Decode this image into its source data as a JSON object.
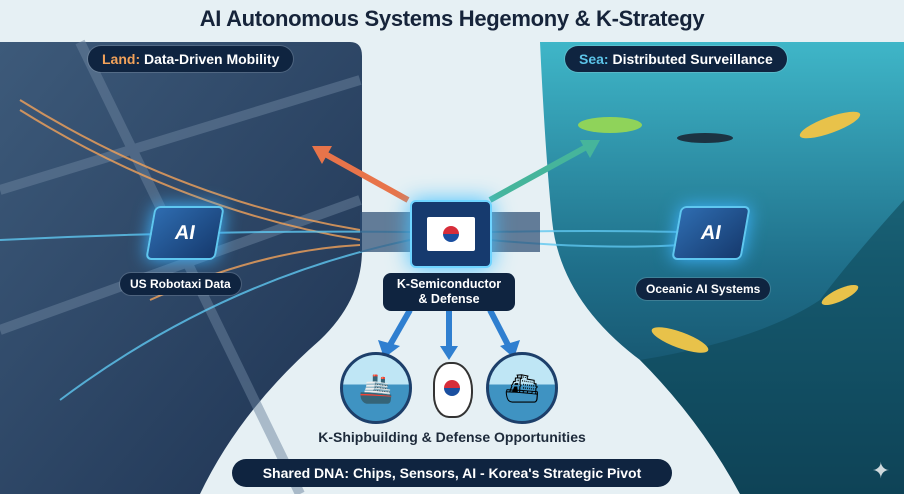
{
  "title": "AI Autonomous Systems Hegemony & K-Strategy",
  "land": {
    "prefix": "Land:",
    "label": "Data-Driven Mobility",
    "chip": "AI",
    "caption": "US Robotaxi Data"
  },
  "sea": {
    "prefix": "Sea:",
    "label": "Distributed Surveillance",
    "chip": "AI",
    "caption": "Oceanic AI Systems"
  },
  "center": {
    "line1": "K-Semiconductor",
    "line2": "& Defense"
  },
  "opportunities": "K-Shipbuilding & Defense Opportunities",
  "footer": "Shared DNA: Chips, Sensors, AI - Korea's Strategic Pivot",
  "colors": {
    "navy": "#0f2440",
    "land_accent": "#f2a25a",
    "sea_accent": "#5cc4e8",
    "arrow_orange": "#e8744a",
    "arrow_teal": "#46b59b",
    "arrow_blue": "#2f7fd0"
  }
}
